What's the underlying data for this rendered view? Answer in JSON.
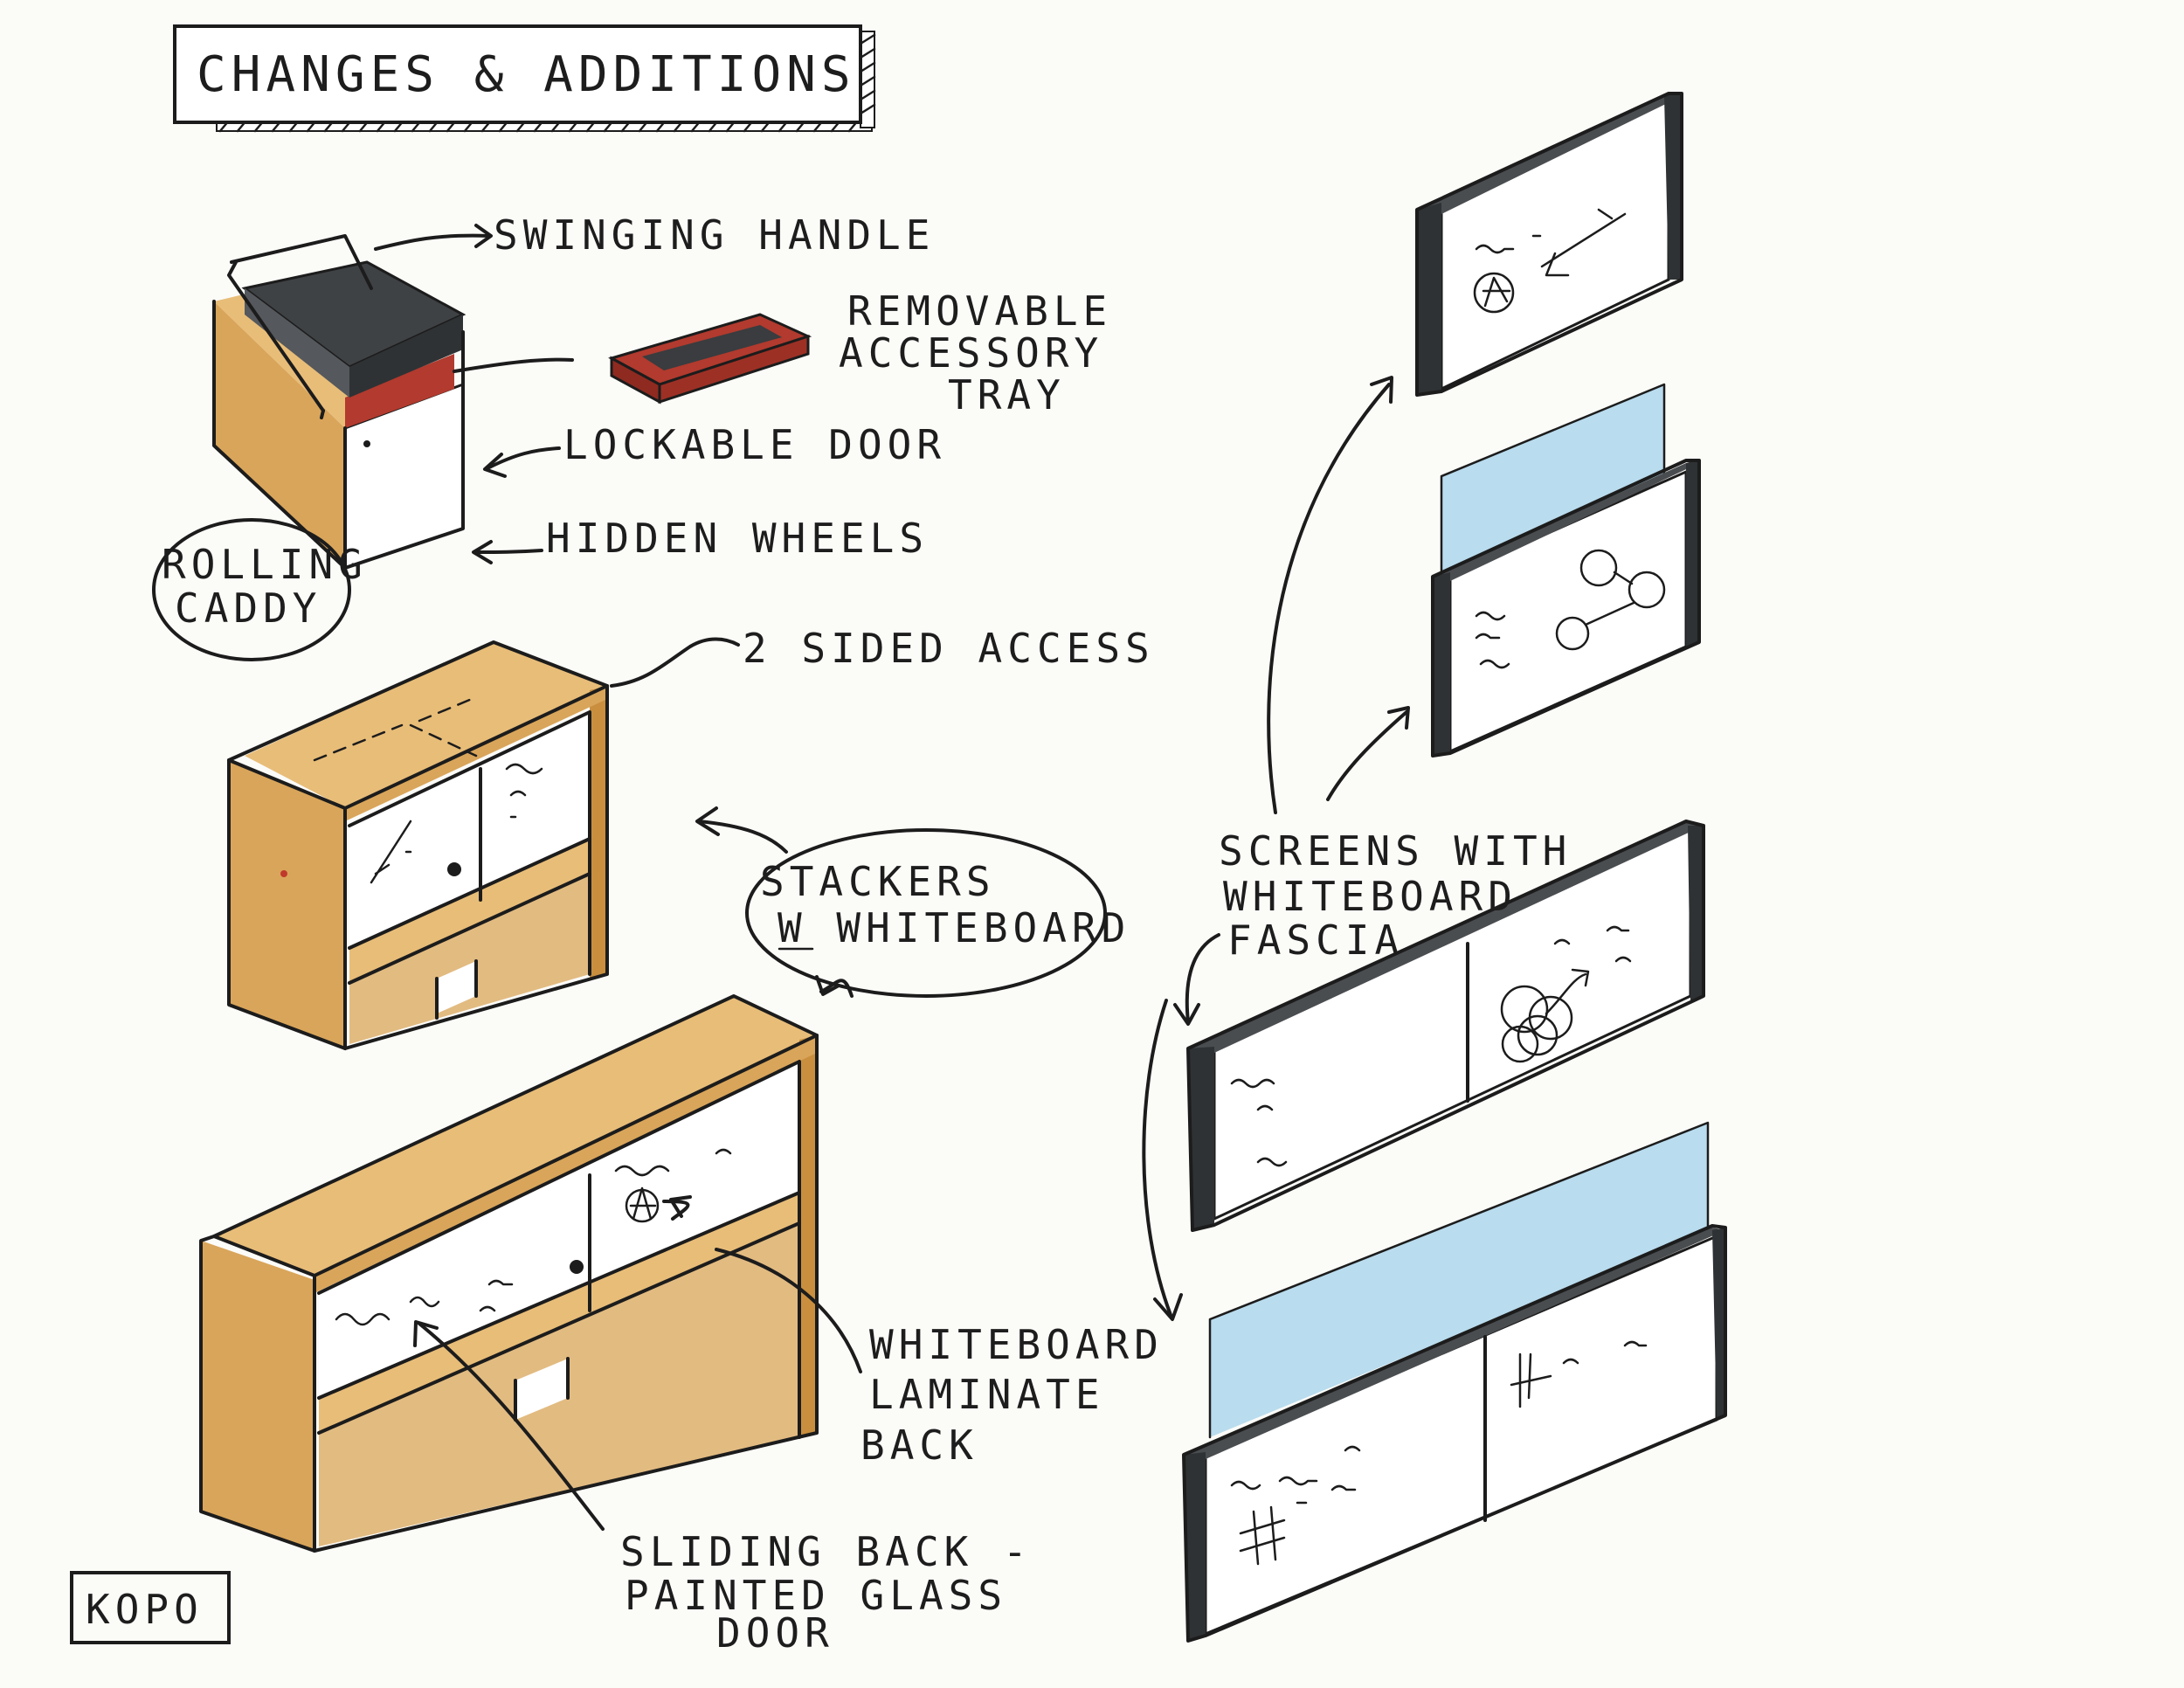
{
  "title": "CHANGES & ADDITIONS",
  "labels": {
    "swinging_handle": "SWINGING HANDLE",
    "removable_tray_1": "REMOVABLE",
    "removable_tray_2": "ACCESSORY",
    "removable_tray_3": "TRAY",
    "lockable_door": "LOCKABLE DOOR",
    "hidden_wheels": "HIDDEN WHEELS",
    "rolling_caddy_1": "ROLLING",
    "rolling_caddy_2": "CADDY",
    "two_sided_access": "2 SIDED ACCESS",
    "stackers_1": "STACKERS",
    "stackers_2": "W WHITEBOARD",
    "whiteboard_laminate_1": "WHITEBOARD",
    "whiteboard_laminate_2": "LAMINATE",
    "whiteboard_laminate_3": "BACK",
    "sliding_back_1": "SLIDING BACK -",
    "sliding_back_2": "PAINTED GLASS",
    "sliding_back_3": "DOOR",
    "screens_1": "SCREENS WITH",
    "screens_2": "WHITEBOARD",
    "screens_3": "FASCIA"
  },
  "signature": "KOPO",
  "colors": {
    "wood": "#d9a55a",
    "frame": "#4a4d50",
    "tray": "#b23a2e",
    "glass": "#b9dcee",
    "ink": "#1c1c1c"
  }
}
